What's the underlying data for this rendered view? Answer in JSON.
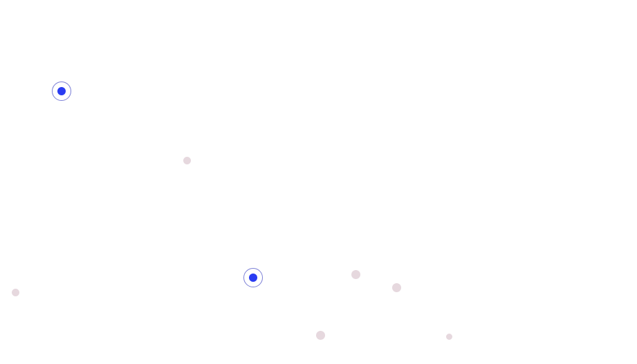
{
  "colors": {
    "background": "#ffffff",
    "target_fill": "#2a3cf2",
    "target_ring": "#7b7fd6",
    "distractor_fill": "#e6d8de"
  },
  "targets": [
    {
      "name": "target-dot-1"
    },
    {
      "name": "target-dot-2"
    }
  ],
  "distractors": [
    {
      "name": "distractor-dot-1"
    },
    {
      "name": "distractor-dot-2"
    },
    {
      "name": "distractor-dot-3"
    },
    {
      "name": "distractor-dot-4"
    },
    {
      "name": "distractor-dot-5"
    },
    {
      "name": "distractor-dot-6"
    }
  ]
}
